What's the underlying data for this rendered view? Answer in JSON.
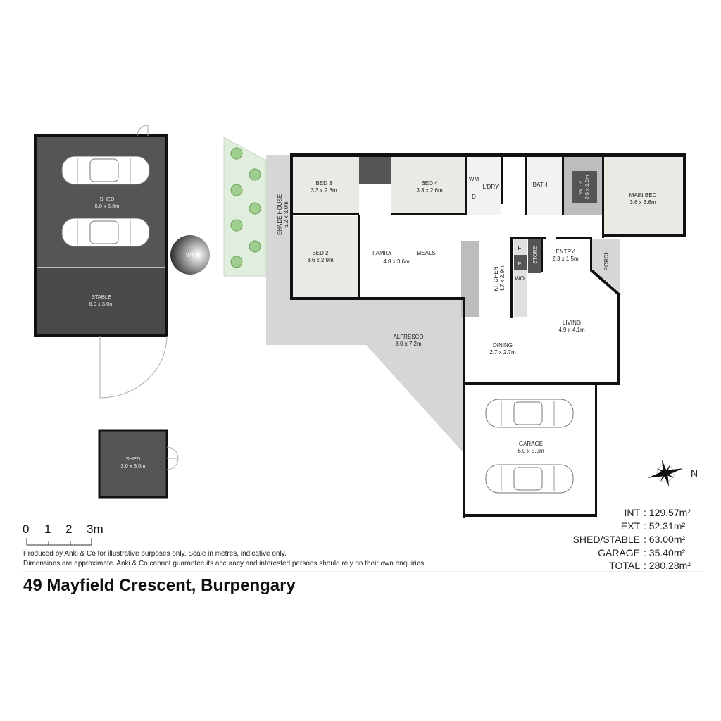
{
  "rooms": {
    "shed_big": {
      "name": "SHED",
      "size": "6.0 x 6.0m"
    },
    "stable": {
      "name": "STABLE",
      "size": "6.0 x 3.0m"
    },
    "shed_small": {
      "name": "SHED",
      "size": "3.0 x 3.0m"
    },
    "wt": {
      "name": "WT"
    },
    "shade_house": {
      "name": "SHADE HOUSE",
      "size": "6.2 x 3.0m"
    },
    "bed3": {
      "name": "BED 3",
      "size": "3.3 x 2.6m"
    },
    "bed4": {
      "name": "BED 4",
      "size": "3.3 x 2.6m"
    },
    "wm": "WM",
    "d": "D",
    "laundry": {
      "name": "L'DRY"
    },
    "bath": {
      "name": "BATH"
    },
    "wir": {
      "name": "W.I.R",
      "size": "2.6 x 1.8m"
    },
    "main_bed": {
      "name": "MAIN BED",
      "size": "3.6 x 3.6m"
    },
    "bed2": {
      "name": "BED 2",
      "size": "3.6 x 2.9m"
    },
    "family": {
      "name": "FAMILY"
    },
    "meals": {
      "name": "MEALS"
    },
    "family_meals_size": "4.8 x 3.6m",
    "kitchen": {
      "name": "KITCHEN",
      "size": "4.7 x 2.9m"
    },
    "fridge": "F",
    "pantry": "P",
    "wall_oven": "WO",
    "store": {
      "name": "STORE"
    },
    "entry": {
      "name": "ENTRY",
      "size": "2.3 x 1.5m"
    },
    "porch": {
      "name": "PORCH"
    },
    "living": {
      "name": "LIVING",
      "size": "4.9 x 4.1m"
    },
    "dining": {
      "name": "DINING",
      "size": "2.7 x 2.7m"
    },
    "alfresco": {
      "name": "ALFRESCO",
      "size": "8.0 x 7.2m"
    },
    "garage": {
      "name": "GARAGE",
      "size": "6.0 x 5.9m"
    }
  },
  "compass": {
    "north_label": "N"
  },
  "areas": [
    {
      "label": "INT",
      "value": ": 129.57m²"
    },
    {
      "label": "EXT",
      "value": ":  52.31m²"
    },
    {
      "label": "SHED/STABLE",
      "value": ":  63.00m²"
    },
    {
      "label": "GARAGE",
      "value": ":  35.40m²"
    },
    {
      "label": "TOTAL",
      "value": ": 280.28m²"
    }
  ],
  "scale_bar": {
    "ticks": [
      "0",
      "1",
      "2",
      "3m"
    ]
  },
  "disclaimer": [
    "Produced by Anki & Co for illustrative purposes only. Scale in metres, indicative only.",
    "Dimensions are approximate. Anki & Co cannot guarantee its accuracy and interested persons should rely on their own enquiries."
  ],
  "title": "49 Mayfield Crescent, Burpengary"
}
